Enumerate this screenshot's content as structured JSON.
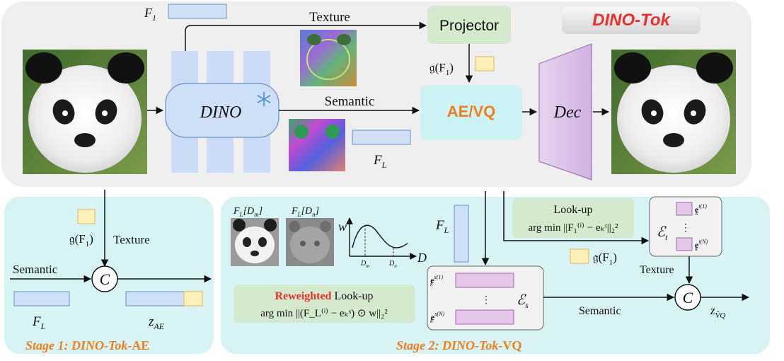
{
  "title": "DINO-Tok",
  "top": {
    "f1_label": "F",
    "f1_sub": "1",
    "texture_label": "Texture",
    "projector_label": "Projector",
    "g_label": "𝔤(F",
    "g_sub": "1",
    "g_close": ")",
    "dino_label": "DINO",
    "semantic_label": "Semantic",
    "aevq_label": "AE/VQ",
    "dec_label": "Dec",
    "fl_label": "F",
    "fl_sub": "L"
  },
  "stage1": {
    "caption_prefix": "Stage 1: DINO-Tok-",
    "caption_suffix": "AE",
    "g_label": "𝔤(F",
    "g_sub": "1",
    "g_close": ")",
    "texture_label": "Texture",
    "semantic_label": "Semantic",
    "concat_label": "C",
    "fl_label": "F",
    "fl_sub": "L",
    "z_label": "z",
    "z_sub": "AE"
  },
  "stage2": {
    "caption_prefix": "Stage 2: DINO-Tok-",
    "caption_suffix": "VQ",
    "fl_dm_label": "F",
    "fl_dm_sub": "L",
    "fl_dm_bracket": "[D",
    "fl_dm_bsub": "m",
    "fl_dn_label": "F",
    "fl_dn_sub": "L",
    "fl_dn_bracket": "[D",
    "fl_dn_bsub": "n",
    "w_label": "w",
    "d_label": "D",
    "dm_tick": "D",
    "dm_tick_sub": "m",
    "dn_tick": "D",
    "dn_tick_sub": "n",
    "fl_side_label": "F",
    "fl_side_sub": "L",
    "lookup_title": "Look-up",
    "lookup_formula": "arg min ||F₁⁽ⁱ⁾ − eₖᵗ||₂²",
    "reweighted_word": "Reweighted",
    "reweighted_rest": " Look-up",
    "reweighted_formula": "arg min ||(F_L⁽ⁱ⁾ − eₖˢ) ⊙ w||₂²",
    "g_label": "𝔤(F",
    "g_sub": "1",
    "g_close": ")",
    "texture_label": "Texture",
    "semantic_label": "Semantic",
    "concat_label": "C",
    "es_label": "ℰ",
    "es_sub": "s",
    "et_label": "ℰ",
    "et_sub": "t",
    "es_top": "e",
    "es_top_sup": "s(1)",
    "es_top_sub": "k",
    "es_bot": "e",
    "es_bot_sup": "s(N)",
    "es_bot_sub": "k",
    "et_top": "e",
    "et_top_sup": "t(1)",
    "et_top_sub": "k",
    "et_bot": "e",
    "et_bot_sup": "t(N)",
    "et_bot_sub": "k",
    "z_label": "z",
    "z_sub": "V̂Q"
  }
}
